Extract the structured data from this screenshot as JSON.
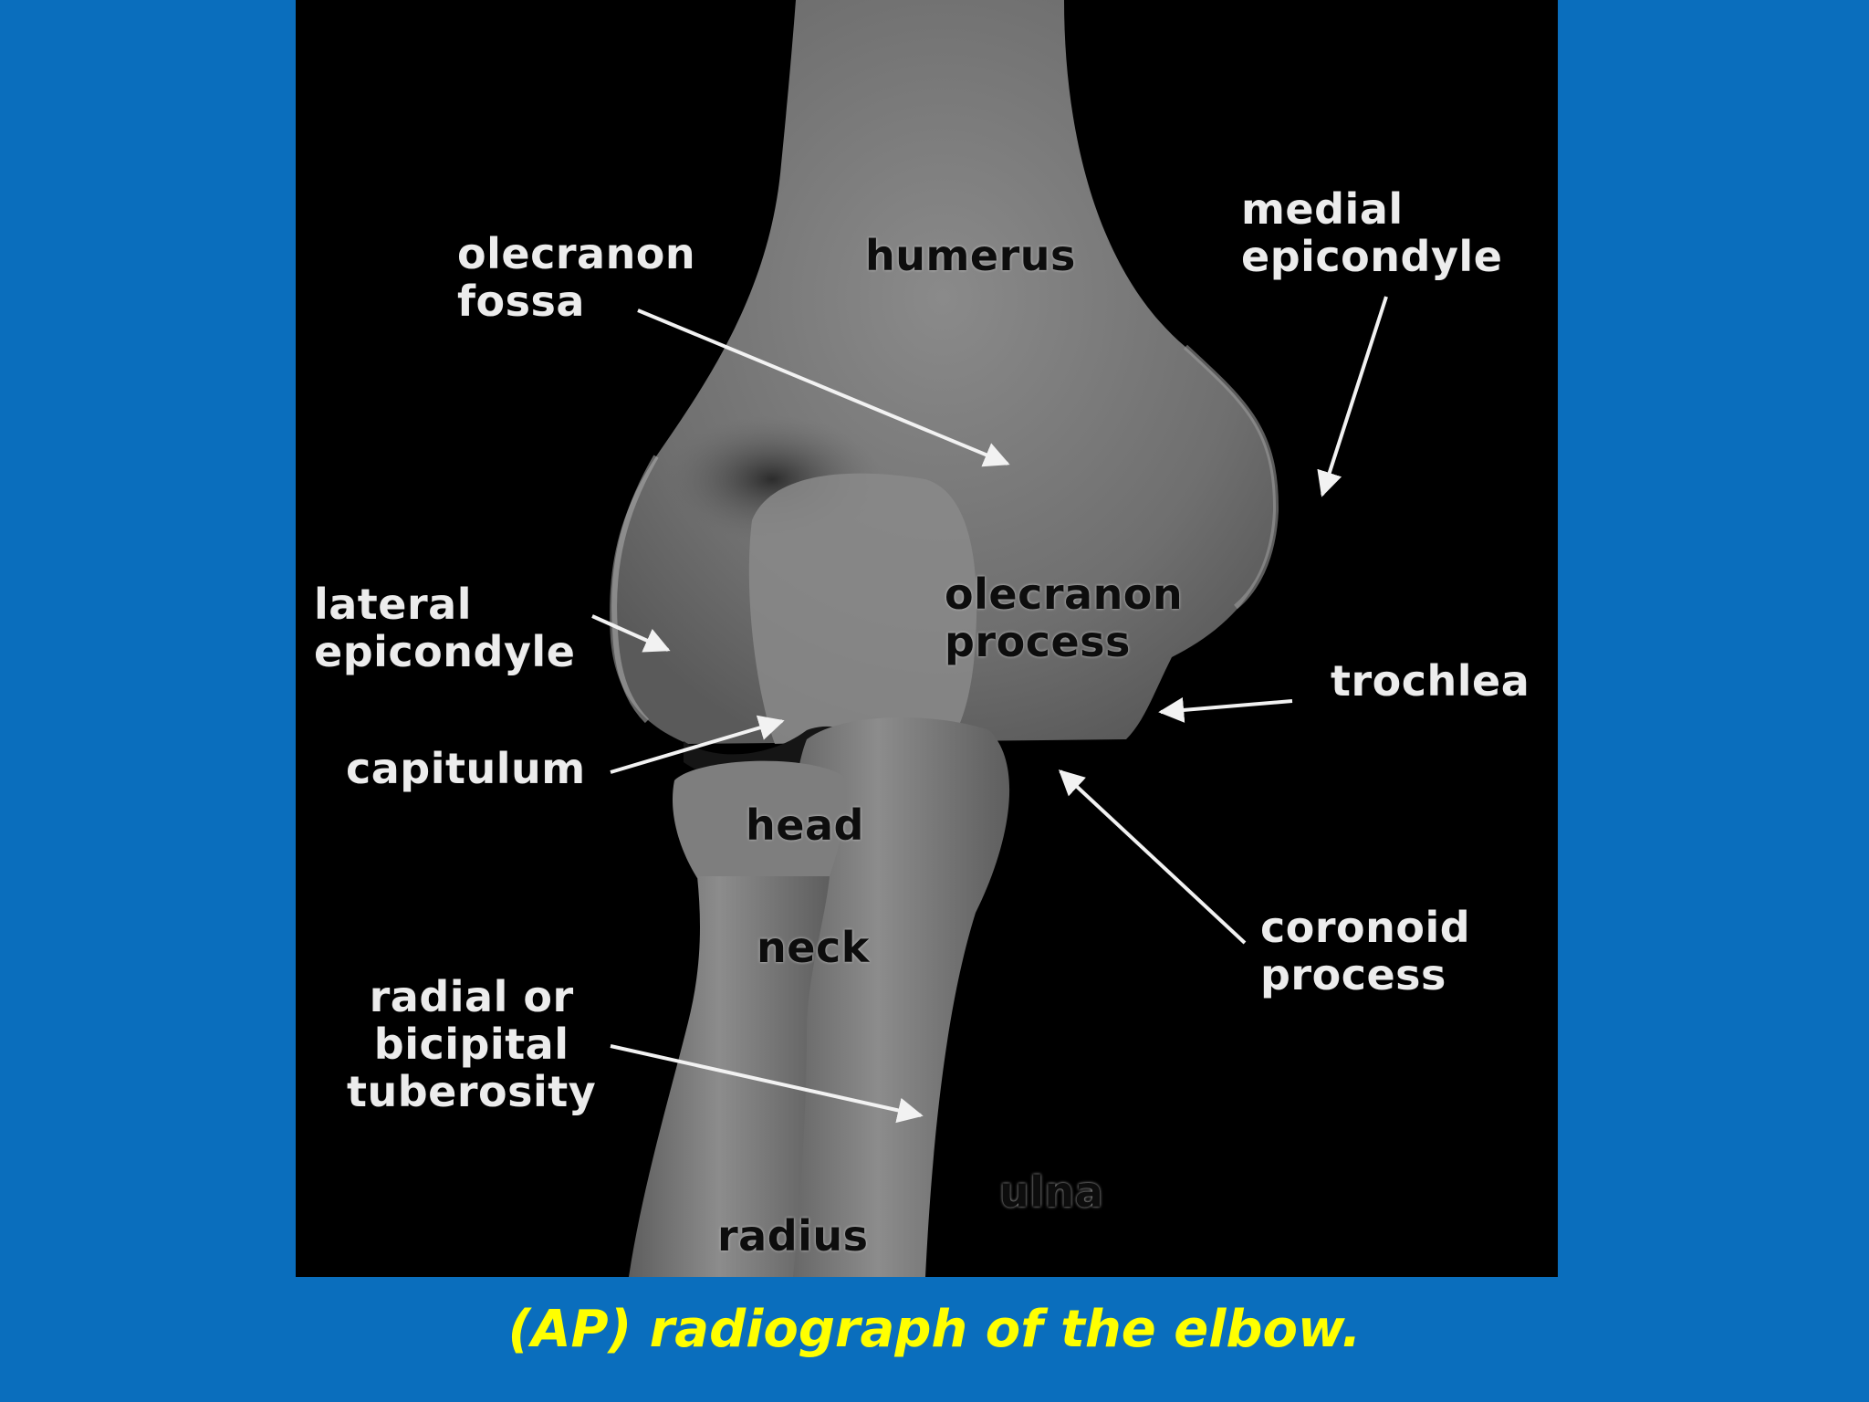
{
  "colors": {
    "slide_background": "#0a6ebd",
    "caption": "#ffff00",
    "image_background": "#000000",
    "label_light": "#ececec",
    "label_dark": "#0d0d0d"
  },
  "labels": {
    "olecranon_fossa": "olecranon\nfossa",
    "humerus": "humerus",
    "medial_epicondyle": "medial\nepicondyle",
    "lateral_epicondyle": "lateral\nepicondyle",
    "olecranon_process": "olecranon\nprocess",
    "trochlea": "trochlea",
    "capitulum": "capitulum",
    "head": "head",
    "neck": "neck",
    "coronoid_process": "coronoid\nprocess",
    "radial_tuberosity": "radial or\nbicipital\ntuberosity",
    "ulna": "ulna",
    "radius": "radius"
  },
  "caption": "(AP) radiograph of the elbow."
}
